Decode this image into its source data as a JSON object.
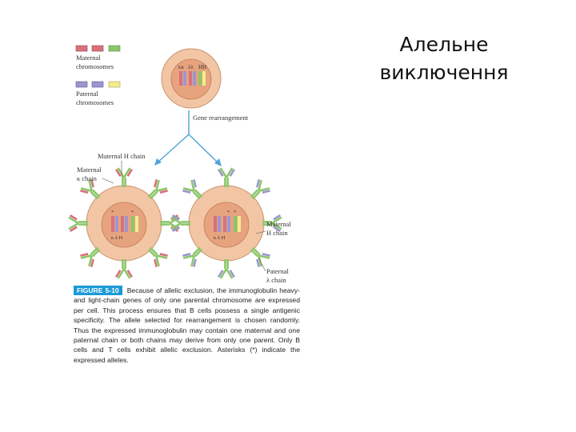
{
  "slide": {
    "title_line1": "Алельне",
    "title_line2": "виключення"
  },
  "legend": {
    "maternal_line1": "Maternal",
    "maternal_line2": "chromosomes",
    "paternal_line1": "Paternal",
    "paternal_line2": "chromosomes"
  },
  "top_cell": {
    "label_kk": "κκ",
    "label_ll": "λλ",
    "label_hh": "HH"
  },
  "arrow_label": "Gene rearrangement",
  "left_cell": {
    "label_top": "Maternal H chain",
    "label_left_line1": "Maternal",
    "label_left_line2": "κ chain",
    "chrom_labels": "κ  λ  H"
  },
  "right_cell": {
    "label_h_line1": "Maternal",
    "label_h_line2": "H chain",
    "label_l_line1": "Paternal",
    "label_l_line2": "λ chain",
    "chrom_labels": "κ  λ  H"
  },
  "caption": {
    "figure_label": "FIGURE 5-10",
    "text": "Because of allelic exclusion, the immunoglobulin heavy- and light-chain genes of only one parental chromosome are expressed per cell. This process ensures that B cells possess a single antigenic specificity. The allele selected for rearrangement is chosen randomly. Thus the expressed immunoglobulin may contain one maternal and one paternal chain or both chains may derive from only one parent. Only B cells and T cells exhibit allelic exclusion. Asterisks (*) indicate the expressed alleles."
  },
  "colors": {
    "maternal_red": "#d9707a",
    "maternal_green": "#8cc66a",
    "paternal_purple": "#9b96d0",
    "paternal_yellow": "#f2ec8c",
    "cell_outer": "#f2c6a4",
    "cell_nucleus": "#e7a37e",
    "arrow_blue": "#4fa3d8",
    "caption_label": "#1a9ad6"
  }
}
